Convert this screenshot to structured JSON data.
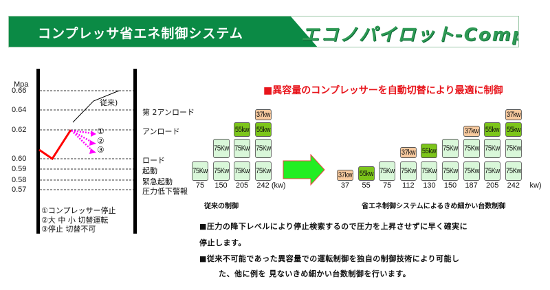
{
  "header": {
    "title": "コンプレッサ省エネ制御システム",
    "logo": "エコノパイロット-Comp"
  },
  "pressure_chart": {
    "unit": "Mpa",
    "ticks": [
      "0.66",
      "0.64",
      "0.62",
      "0.60",
      "0.59",
      "0.58",
      "0.57"
    ],
    "levels": [
      "第 2アンロード",
      "アンロード",
      "ロード",
      "起動",
      "緊急起動",
      "圧力低下警報"
    ],
    "conventional_label": "従来)",
    "arrow_markers": [
      "①",
      "②",
      "③"
    ],
    "legend": [
      "①コンプレッサー停止",
      "②大 中 小 切替運転",
      "③停止 切替不可"
    ]
  },
  "headline": "■異容量のコンプレッサーを自動切替により最適に制御",
  "conventional": {
    "caption": "従来の制御",
    "columns": [
      {
        "kw": "75",
        "stack": [
          "75Kw"
        ]
      },
      {
        "kw": "150",
        "stack": [
          "75Kw",
          "75Kw"
        ]
      },
      {
        "kw": "205",
        "stack": [
          "75Kw",
          "75Kw",
          "55kw"
        ]
      },
      {
        "kw": "242 (kw)",
        "stack": [
          "75Kw",
          "75Kw",
          "55kw",
          "37kw"
        ]
      }
    ]
  },
  "energy_saving": {
    "caption": "省エネ制御システムによるきめ細かい台数制御",
    "columns": [
      {
        "kw": "37",
        "stack": [
          "37kw"
        ]
      },
      {
        "kw": "55",
        "stack": [
          "55kw"
        ]
      },
      {
        "kw": "75",
        "stack": [
          "75Kw"
        ]
      },
      {
        "kw": "112",
        "stack": [
          "75Kw",
          "37kw"
        ]
      },
      {
        "kw": "130",
        "stack": [
          "75Kw",
          "55kw"
        ]
      },
      {
        "kw": "150",
        "stack": [
          "75Kw",
          "75Kw"
        ]
      },
      {
        "kw": "187",
        "stack": [
          "75Kw",
          "75Kw",
          "37kw"
        ]
      },
      {
        "kw": "205",
        "stack": [
          "75Kw",
          "75Kw",
          "55kw"
        ]
      },
      {
        "kw": "242",
        "stack": [
          "75Kw",
          "75Kw",
          "55kw",
          "37kw"
        ]
      }
    ],
    "unit": "kw)"
  },
  "notes": [
    "■圧力の降下レベルにより停止検索するので圧力を上昇させずに早く確実に",
    "停止します。",
    "■従来不可能であった異容量での運転制御を独自の制御技術により可能し",
    "た、他に例を  見ないきめ細かい台数制御を行います。"
  ],
  "colors": {
    "banner": "#0b8a45",
    "block75": "#d9f7d9",
    "block55": "#7cc51a",
    "block37": "#f7c99e",
    "headline": "#e8141b",
    "arrow": "#22ee22"
  }
}
